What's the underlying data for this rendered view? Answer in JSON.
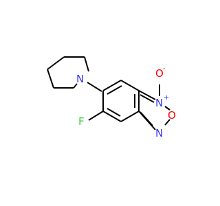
{
  "molecule": {
    "atoms": {
      "fluorine": "F",
      "pyrrolidine_nitrogen": "N",
      "n_oxide_nitrogen": "N",
      "n_oxide_charge": "+",
      "oxide_oxygen": "O",
      "oxide_charge": "-",
      "ring_oxygen": "O",
      "ring_nitrogen": "N"
    },
    "colors": {
      "carbon_bond": "#000000",
      "nitrogen": "#3333ff",
      "oxygen": "#ff0000",
      "fluorine": "#33cc33"
    }
  }
}
